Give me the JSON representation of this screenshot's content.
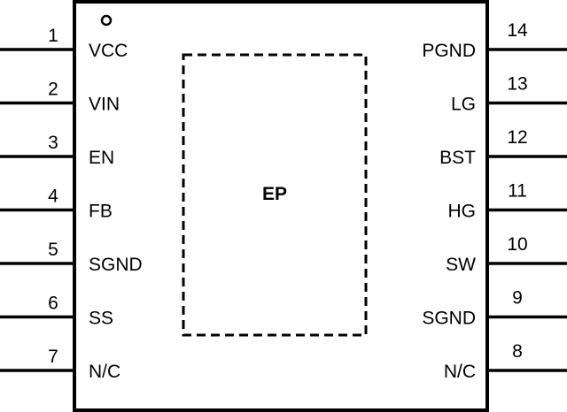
{
  "package": {
    "exposed_pad": "EP",
    "pins_left": [
      {
        "number": "1",
        "name": "VCC"
      },
      {
        "number": "2",
        "name": "VIN"
      },
      {
        "number": "3",
        "name": "EN"
      },
      {
        "number": "4",
        "name": "FB"
      },
      {
        "number": "5",
        "name": "SGND"
      },
      {
        "number": "6",
        "name": "SS"
      },
      {
        "number": "7",
        "name": "N/C"
      }
    ],
    "pins_right": [
      {
        "number": "14",
        "name": "PGND"
      },
      {
        "number": "13",
        "name": "LG"
      },
      {
        "number": "12",
        "name": "BST"
      },
      {
        "number": "11",
        "name": "HG"
      },
      {
        "number": "10",
        "name": "SW"
      },
      {
        "number": "9",
        "name": "SGND"
      },
      {
        "number": "8",
        "name": "N/C"
      }
    ]
  }
}
